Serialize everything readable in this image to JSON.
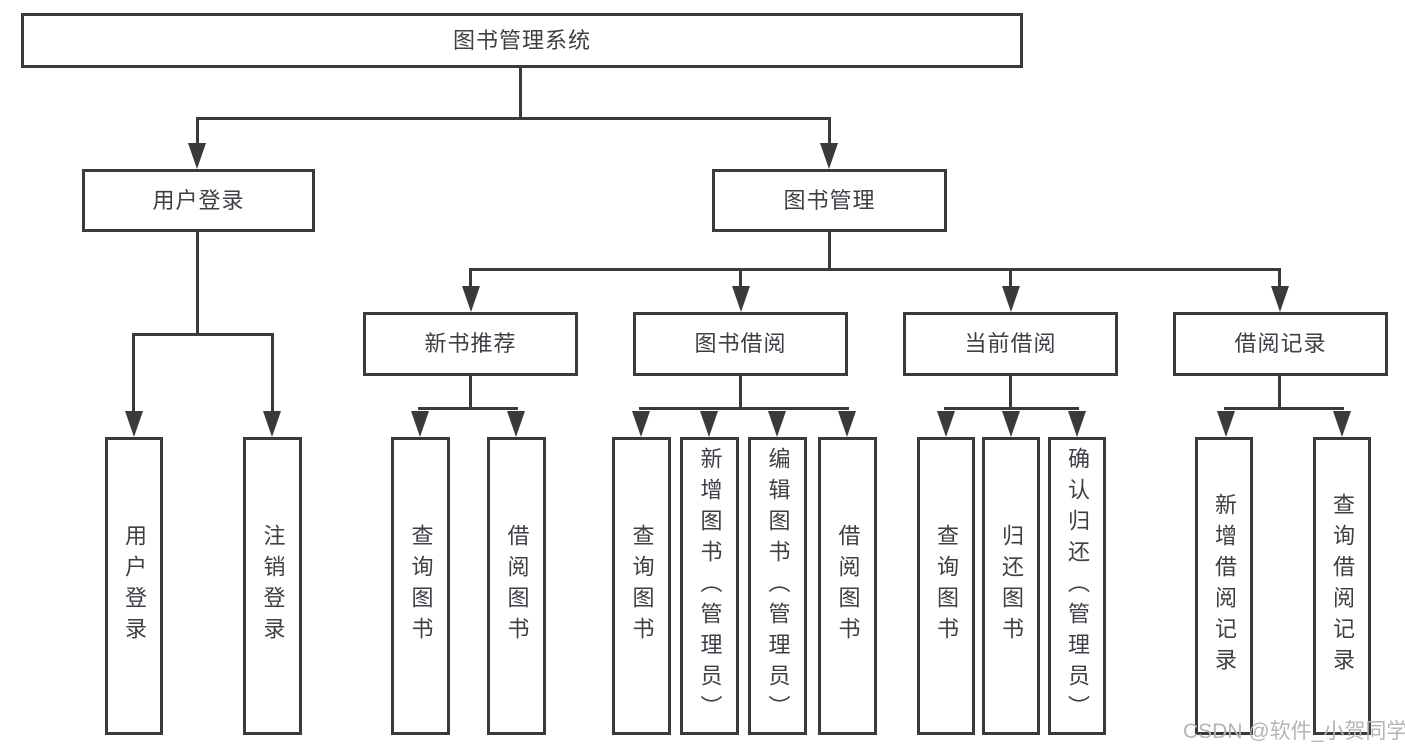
{
  "diagram": {
    "root": {
      "label": "图书管理系统"
    },
    "branches": [
      {
        "label": "用户登录",
        "children": [
          "用户登录",
          "注销登录"
        ]
      },
      {
        "label": "图书管理",
        "groups": [
          {
            "label": "新书推荐",
            "children": [
              "查询图书",
              "借阅图书"
            ]
          },
          {
            "label": "图书借阅",
            "children": [
              "查询图书",
              "新增图书（管理员）",
              "编辑图书（管理员）",
              "借阅图书"
            ]
          },
          {
            "label": "当前借阅",
            "children": [
              "查询图书",
              "归还图书",
              "确认归还（管理员）"
            ]
          },
          {
            "label": "借阅记录",
            "children": [
              "新增借阅记录",
              "查询借阅记录"
            ]
          }
        ]
      }
    ]
  },
  "watermark": {
    "text": "CSDN @软件_小贺同学"
  },
  "colors": {
    "line": "#3a3a3a",
    "text": "#3d3f44",
    "background": "#ffffff",
    "watermark": "#b5b5b5"
  }
}
